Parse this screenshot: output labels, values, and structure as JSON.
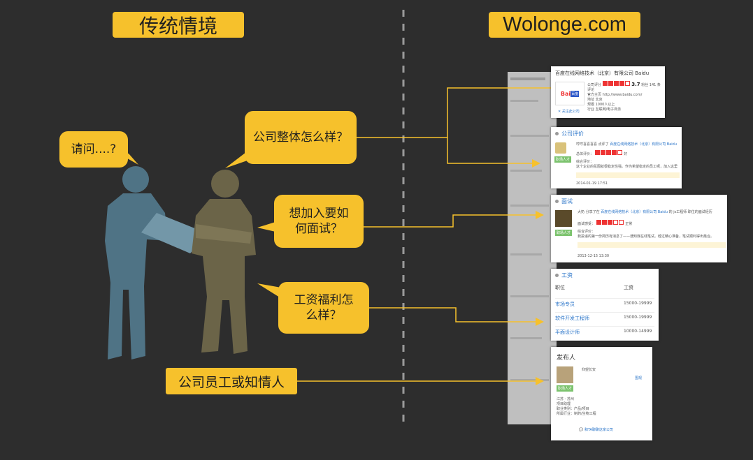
{
  "left_title": "传统情境",
  "right_title": "Wolonge.com",
  "bubbles": {
    "ask": "请问....?",
    "company": "公司整体怎么样？",
    "interview": "想加入要如\n何面试？",
    "salary": "工资福利怎\n么样？",
    "insider": "公司员工或知情人"
  },
  "card_company": {
    "name": "百度在线网络技术（北京）有限公司 Baidu",
    "logo_text": "Bai",
    "logo_text2": "百度",
    "rating_label": "公司评分",
    "rating_value": "3.7",
    "follow_text": "粉丝 141 条评论",
    "site_label": "官方主页",
    "site_value": "http://www.baidu.com/",
    "city_label": "地址",
    "city_value": "北京",
    "size_label": "规模",
    "size_value": "1000人以上",
    "industry_label": "行业",
    "industry_value": "互联网/电子商务",
    "follow_btn": "关注此公司"
  },
  "card_review": {
    "section": "公司评价",
    "header_prefix": "哼哼喜喜喜喜 点评了",
    "company_link": "百度在线网络技术（北京）有限公司 Baidu",
    "overall_label": "总体评价：",
    "overall_value": "好",
    "detail_label": "综合评价：",
    "detail_text": "这个企业的氛围就很稳定性强。作为希望稳定的员工呢，加入这里",
    "badge": "职场人才",
    "date": "2014-01-19 17:51"
  },
  "card_interview": {
    "section": "面试",
    "header_prefix": "大奶 分享了在",
    "company_link": "百度在线网络技术（北京）有限公司 Baidu",
    "header_suffix": "的 js工程师 职位的面试经历",
    "feel_label": "面试感受：",
    "feel_value": "正常",
    "detail_label": "综合评价：",
    "detail_text": "我投递的第一份简历有消息了——通知我在线笔试。经过精心准备，笔试顺利得出最合。",
    "badge": "职场人才",
    "date": "2013-12-15 13:30"
  },
  "card_salary": {
    "section": "工资",
    "col_position": "职位",
    "col_salary": "工资",
    "rows": [
      {
        "position": "市场专员",
        "salary": "15000-19999"
      },
      {
        "position": "软件开发工程师",
        "salary": "15000-19999"
      },
      {
        "position": "平面设计师",
        "salary": "10000-14999"
      }
    ]
  },
  "card_poster": {
    "section": "发布人",
    "name": "仰望长安",
    "follow": "围观",
    "badge": "职场人才",
    "location": "江苏 - 苏州",
    "position": "项目助理",
    "category": "职业类别：产品/项目",
    "industry": "所属行业：制药/生物工程",
    "contact": "和TA聊聊这家公司"
  },
  "colors": {
    "background": "#2d2d2d",
    "accent": "#f6c12c",
    "figure_blue": "#4f7385",
    "figure_olive": "#6b6448",
    "link": "#2b75c9"
  }
}
